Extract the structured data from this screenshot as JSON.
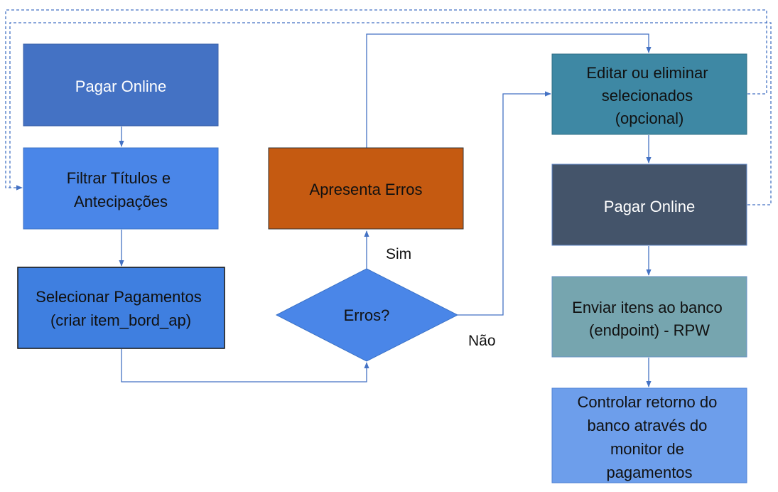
{
  "colors": {
    "box_pagar_online_top": "#4472C4",
    "box_filtrar": "#4A86E8",
    "box_selecionar": "#3F7FE0",
    "box_apresenta_erros": "#C55A11",
    "decision_erros": "#4A86E8",
    "box_editar": "#3E88A4",
    "box_pagar_online_right": "#44546A",
    "box_enviar": "#76A5AF",
    "box_controlar": "#6D9EEB",
    "connector": "#4472C4",
    "dark_text": "#111111",
    "light_text": "#ffffff"
  },
  "nodes": {
    "pagar_online_top": {
      "lines": [
        "Pagar Online"
      ]
    },
    "filtrar": {
      "lines": [
        "Filtrar Títulos e",
        "Antecipações"
      ]
    },
    "selecionar": {
      "lines": [
        "Selecionar Pagamentos",
        "(criar item_bord_ap)"
      ]
    },
    "apresenta_erros": {
      "lines": [
        "Apresenta Erros"
      ]
    },
    "erros_decision": {
      "lines": [
        "Erros?"
      ]
    },
    "editar": {
      "lines": [
        "Editar ou eliminar",
        "selecionados",
        "(opcional)"
      ]
    },
    "pagar_online_right": {
      "lines": [
        "Pagar Online"
      ]
    },
    "enviar": {
      "lines": [
        "Enviar itens ao banco",
        "(endpoint) - RPW"
      ]
    },
    "controlar": {
      "lines": [
        "Controlar retorno do",
        "banco através do",
        "monitor de",
        "pagamentos"
      ]
    }
  },
  "edge_labels": {
    "sim": "Sim",
    "nao": "Não"
  }
}
